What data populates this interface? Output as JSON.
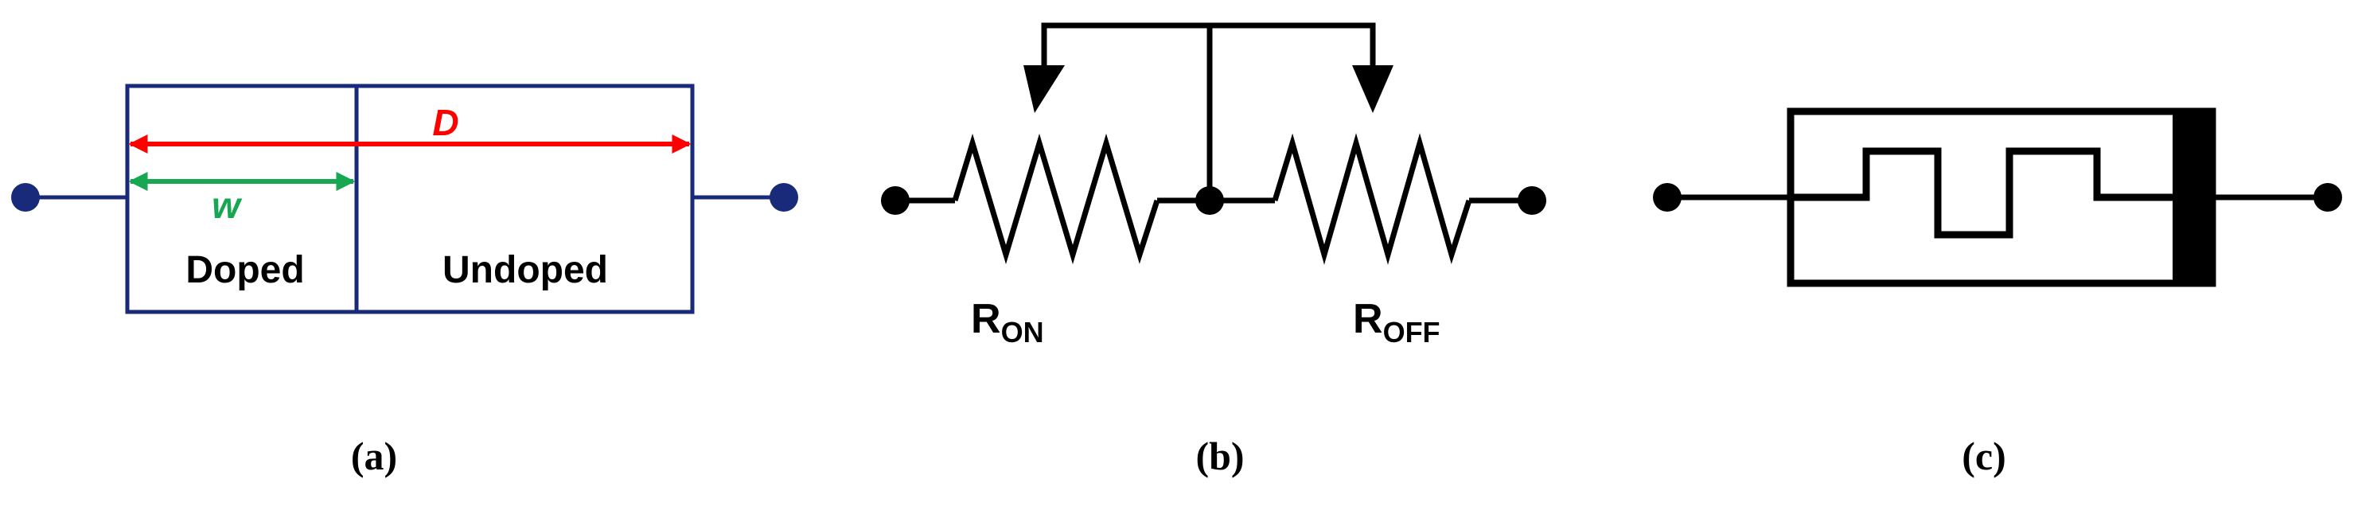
{
  "panel_a": {
    "caption": "(a)",
    "length_label": "D",
    "width_label": "w",
    "doped_label": "Doped",
    "undoped_label": "Undoped",
    "colors": {
      "device": "#1a2a7a",
      "length_arrow": "#ff0000",
      "width_arrow": "#17a652"
    }
  },
  "panel_b": {
    "caption": "(b)",
    "r_on": {
      "main": "R",
      "sub": "ON"
    },
    "r_off": {
      "main": "R",
      "sub": "OFF"
    }
  },
  "panel_c": {
    "caption": "(c)"
  }
}
